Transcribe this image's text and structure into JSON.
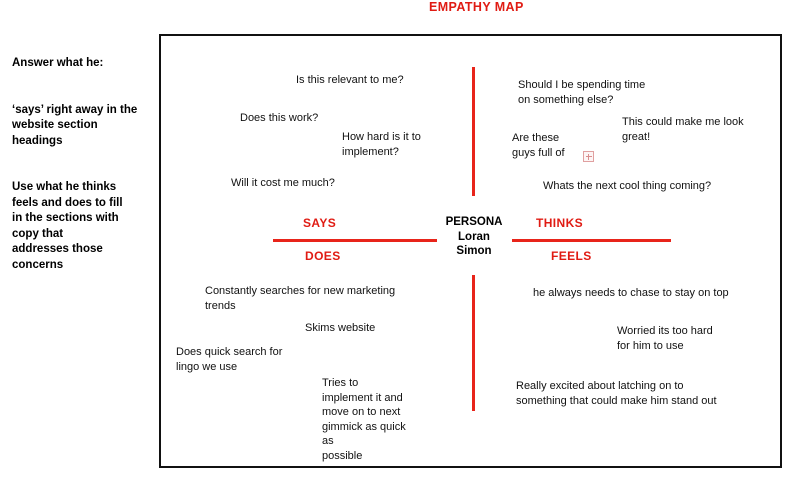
{
  "title": "EMPATHY MAP",
  "colors": {
    "accent_red": "#e01b13",
    "rule_red": "#e8241a",
    "frame_black": "#111111",
    "text_black": "#111111",
    "placeholder_pink": "#e0a0a0"
  },
  "instructions": {
    "heading": "Answer what he:",
    "block_one": "‘says’ right away in the\nwebsite section\nheadings",
    "block_two": "Use what he thinks\nfeels and does to fill\nin the sections with\ncopy that\naddresses those\nconcerns"
  },
  "persona": {
    "label": "PERSONA",
    "name": "Loran\nSimon"
  },
  "quadrants": {
    "says": {
      "label": "SAYS",
      "notes": [
        "Is this relevant to me?",
        "Does this work?",
        "How hard is it to\nimplement?",
        "Will it cost me much?"
      ]
    },
    "thinks": {
      "label": "THINKS",
      "notes": [
        "Should I be spending time\non something else?",
        "Are these\nguys full of",
        "This could make me look\ngreat!",
        "Whats the next cool thing coming?"
      ]
    },
    "does": {
      "label": "DOES",
      "notes": [
        "Constantly searches for new marketing\ntrends",
        "Skims website",
        "Does quick search for\nlingo we use",
        "Tries to\nimplement it and\nmove on to next\ngimmick as quick\nas\npossible"
      ]
    },
    "feels": {
      "label": "FEELS",
      "notes": [
        "he always needs to chase to stay on top",
        "Worried its too hard\nfor him to use",
        "Really excited about latching on to\nsomething that could make him stand out"
      ]
    }
  },
  "icons": {
    "broken_image_placeholder": "broken-image-icon"
  }
}
